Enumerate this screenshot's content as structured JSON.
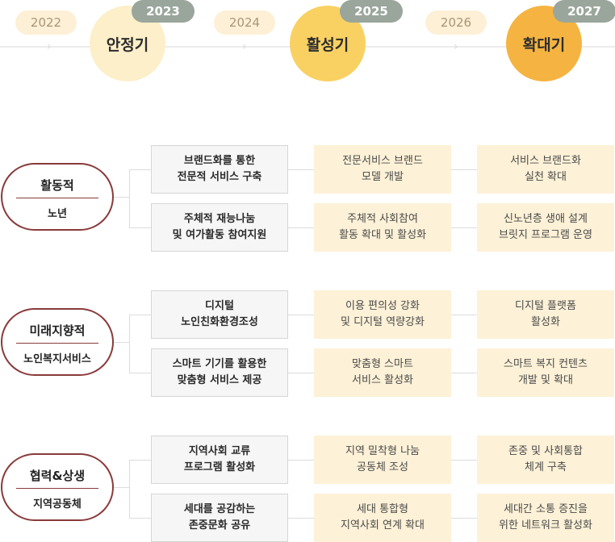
{
  "timeline": {
    "years": [
      "2022",
      "2023",
      "2024",
      "2025",
      "2026",
      "2027"
    ],
    "phases": [
      "안정기",
      "활성기",
      "확대기"
    ]
  },
  "categories": [
    {
      "title": "활동적",
      "subtitle": "노년",
      "goals": [
        {
          "text": [
            "브랜드화를 통한",
            "전문적 서비스 구축"
          ],
          "steps": [
            [
              "전문서비스 브랜드",
              "모델 개발"
            ],
            [
              "서비스 브랜드화",
              "실천 확대"
            ]
          ]
        },
        {
          "text": [
            "주체적 재능나눔",
            "및 여가활동 참여지원"
          ],
          "steps": [
            [
              "주체적 사회참여",
              "활동 확대 및 활성화"
            ],
            [
              "신노년층 생애 설계",
              "브릿지 프로그램 운영"
            ]
          ]
        }
      ]
    },
    {
      "title": "미래지향적",
      "subtitle": "노인복지서비스",
      "goals": [
        {
          "text": [
            "디지털",
            "노인친화환경조성"
          ],
          "steps": [
            [
              "이용 편의성 강화",
              "및 디지털 역량강화"
            ],
            [
              "디지털 플랫폼",
              "활성화"
            ]
          ]
        },
        {
          "text": [
            "스마트 기기를 활용한",
            "맞춤형 서비스 제공"
          ],
          "steps": [
            [
              "맞춤형 스마트",
              "서비스 활성화"
            ],
            [
              "스마트 복지 컨텐츠",
              "개발 및 확대"
            ]
          ]
        }
      ]
    },
    {
      "title": "협력&상생",
      "subtitle": "지역공동체",
      "goals": [
        {
          "text": [
            "지역사회 교류",
            "프로그램 활성화"
          ],
          "steps": [
            [
              "지역 밀착형 나눔",
              "공동체 조성"
            ],
            [
              "존중 및 사회통합",
              "체계 구축"
            ]
          ]
        },
        {
          "text": [
            "세대를 공감하는",
            "존중문화 공유"
          ],
          "steps": [
            [
              "세대 통합형",
              "지역사회 연계 확대"
            ],
            [
              "세대간 소통 증진을",
              "위한 네트워크 활성화"
            ]
          ]
        }
      ]
    }
  ]
}
